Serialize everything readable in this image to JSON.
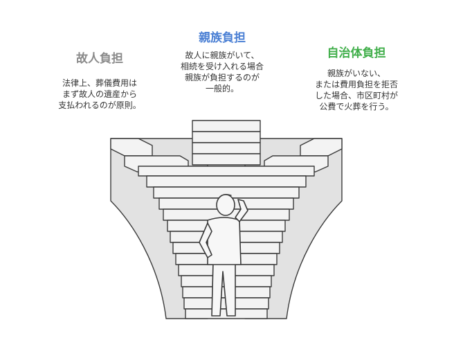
{
  "options": [
    {
      "title": "故人負担",
      "description": "法律上、葬儀費用は\nまず故人の遺産から\n支払われるのが原則。",
      "color": "#8a8a8a"
    },
    {
      "title": "親族負担",
      "description": "故人に親族がいて、\n相続を受け入れる場合\n親族が負担するのが\n一般的。",
      "color": "#4a7fd4"
    },
    {
      "title": "自治体負担",
      "description": "親族がいない、\nまたは費用負担を拒否\nした場合、市区町村が\n公費で火葬を行う。",
      "color": "#3fae49"
    }
  ],
  "icons": {
    "figure": "person-scratching-head-icon",
    "structure": "converging-stairs-icon"
  }
}
